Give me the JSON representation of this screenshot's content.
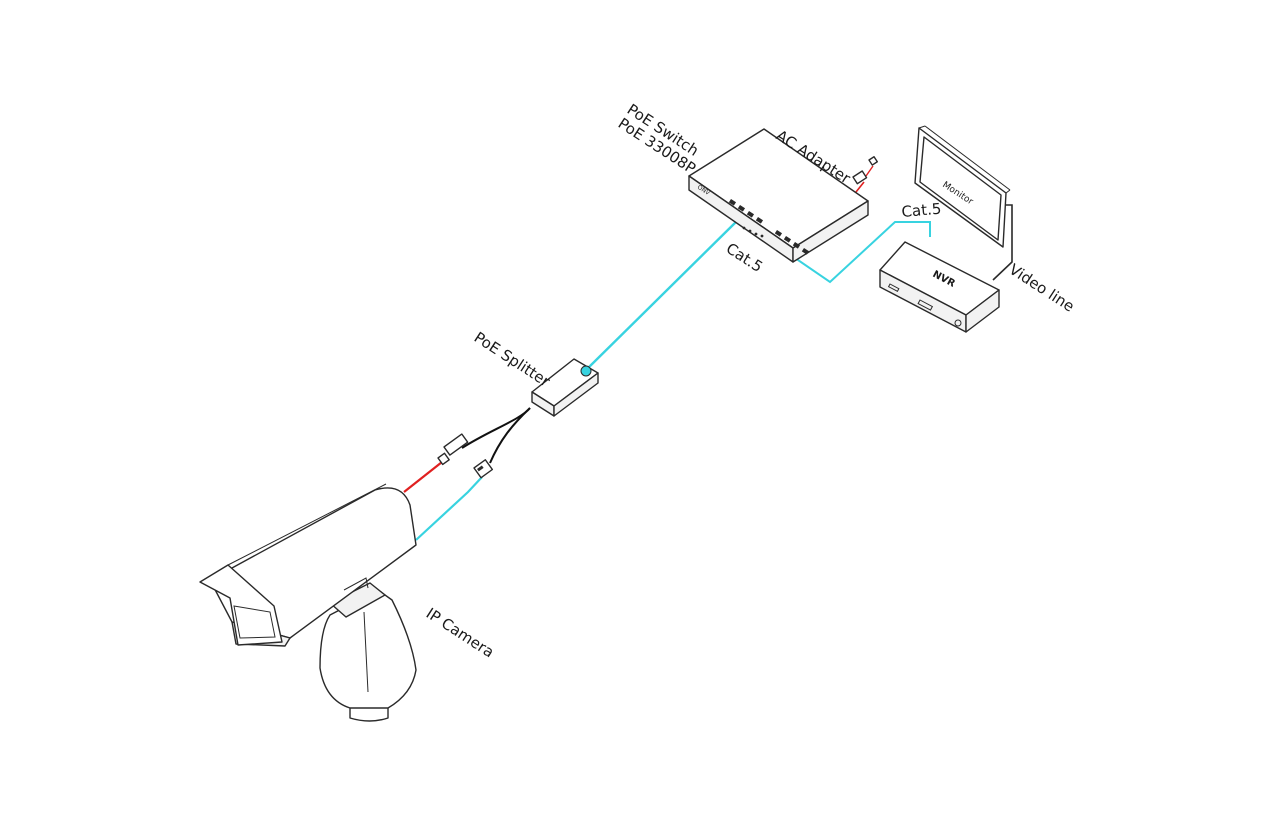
{
  "labels": {
    "poe_switch": "PoE  Switch",
    "poe_model": "PoE 33008P",
    "ac_adapter": "AC Adapter",
    "monitor": "Monitor",
    "cat5_nvr": "Cat.5",
    "cat5_main": "Cat.5",
    "nvr": "NVR",
    "video_line": "Video line",
    "poe_splitter": "PoE Splitter",
    "ip_camera": "IP Camera",
    "switch_logo": "ONV"
  },
  "colors": {
    "cat5_cable": "#38d3e0",
    "power_cable": "#e02020",
    "black_cable": "#111111",
    "outline": "#2a2a2a",
    "logo_red": "#d42020"
  }
}
